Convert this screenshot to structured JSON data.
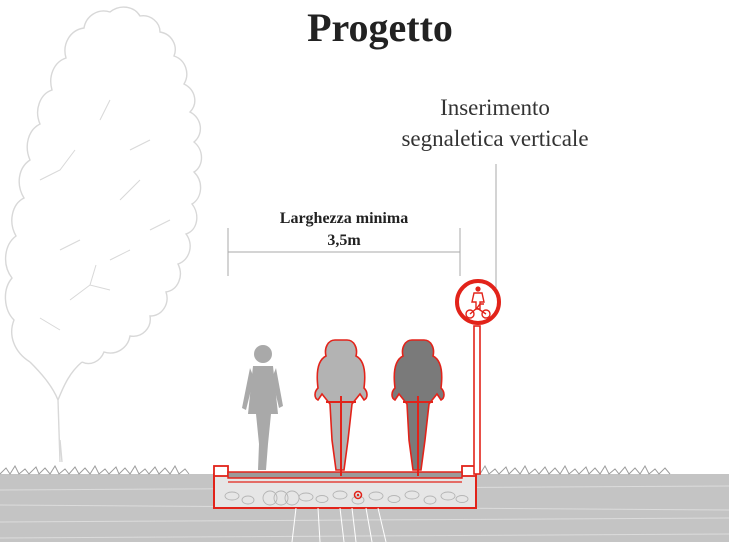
{
  "title": "Progetto",
  "annotation": {
    "line1": "Inserimento",
    "line2": "segnaletica verticale"
  },
  "width_label": {
    "line1": "Larghezza minima",
    "line2": "3,5m"
  },
  "colors": {
    "accent_red": "#e2231a",
    "ground_gray": "#c4c4c4",
    "tree_outline": "#d8d8d8",
    "pedestrian_gray": "#a9a9a9",
    "cyclist_light": "#b3b3b3",
    "cyclist_dark": "#7a7a7a"
  },
  "icons": {
    "sign": "pedestrian-bicycle-sign-icon"
  }
}
